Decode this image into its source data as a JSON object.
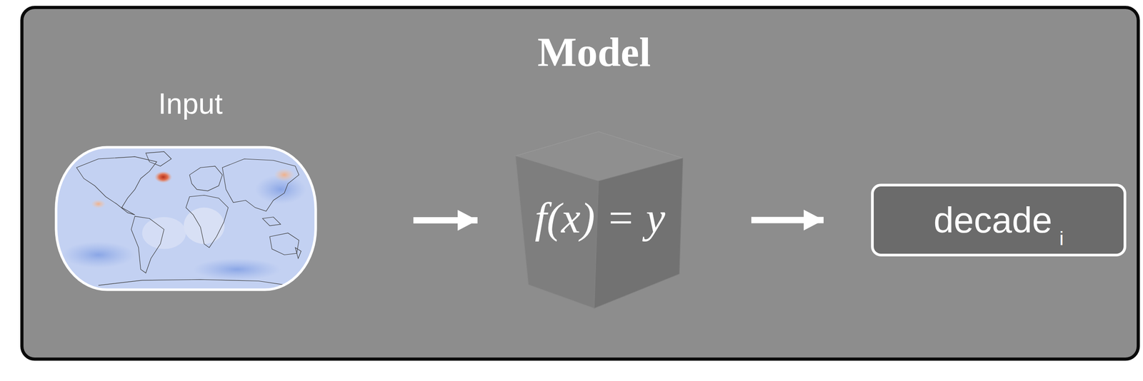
{
  "diagram": {
    "nodes": [
      {
        "text": [
          "Model"
        ]
      },
      {
        "text": [
          "Input"
        ],
        "in": 0
      },
      {
        "text": [
          "f(x) = y"
        ],
        "in": 0
      },
      {
        "text": [
          "decade",
          "i"
        ],
        "in": 0
      }
    ],
    "edges": [
      {
        "from": 1,
        "to": 2,
        "arrow": "to"
      },
      {
        "from": 2,
        "to": 3,
        "arrow": "to"
      }
    ]
  }
}
